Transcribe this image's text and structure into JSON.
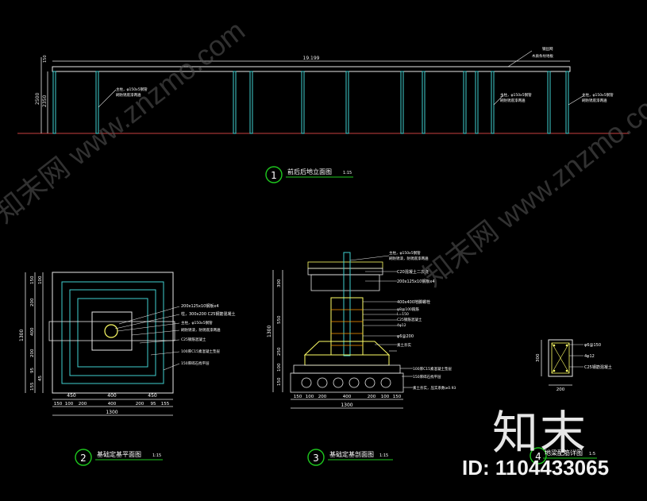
{
  "colors": {
    "background": "#000000",
    "structure": "#3fd0d0",
    "dimension": "#e8e8e8",
    "annotation": "#ffffff",
    "bubble": "#1ec81e",
    "foundation": "#ffff66",
    "earth": "#ff9900",
    "watermark": "#5a5a5a"
  },
  "watermark": {
    "left_text": "知末网 www.znzmo.com",
    "right_text": "知末网 www.znzmo.com",
    "logo": "知末",
    "id": "ID: 1104433065"
  },
  "drawing1": {
    "number": "1",
    "title": "前后后地立面图",
    "scale": "1:15",
    "dims": {
      "total": "19.199",
      "height": "2500",
      "clear": "2350",
      "top": "150"
    },
    "notes": [
      "钢丝网",
      "木质条纹地板",
      "主柱，φ150x5钢管",
      "刷防锈底漆两遍"
    ]
  },
  "drawing2": {
    "number": "2",
    "title": "基础定基平面图",
    "scale": "1:15",
    "dims_left": [
      "150",
      "100",
      "200",
      "400",
      "200",
      "95",
      "45",
      "155",
      "1300"
    ],
    "dims_bottom_1": [
      "450",
      "400",
      "450"
    ],
    "dims_bottom_2": [
      "150",
      "100",
      "200",
      "400",
      "200",
      "95",
      "155"
    ],
    "dims_bottom_total": "1300",
    "notes": [
      "200x125x10钢板x4",
      "柱，300x200 C25钢筋混凝土",
      "主柱，φ150x5钢管",
      "刷防锈漆，防锈底漆两遍",
      "C25钢筋混凝土",
      "100厚C15素混凝土垫层",
      "150厚碎石找平层"
    ]
  },
  "drawing3": {
    "number": "3",
    "title": "基础定基剖面图",
    "scale": "1:15",
    "dims_left": [
      "300",
      "550",
      "250",
      "100",
      "150",
      "1300"
    ],
    "dims_bottom": [
      "150",
      "100",
      "200",
      "400",
      "200",
      "100",
      "150"
    ],
    "dims_bottom_total": "1300",
    "notes": [
      "主柱，φ150x5钢管",
      "刷防锈漆，防锈底漆两遍",
      "C20混凝土二次浇",
      "200x125x10钢板x4",
      "400x400地脚螺栓",
      "φ8@100箍筋",
      "L=150",
      "C25钢筋混凝土",
      "4φ12",
      "φ6@200",
      "素土夯实",
      "100厚C15素混凝土垫层",
      "150厚碎石找平层",
      "素土夯实，压实系数≥0.93"
    ]
  },
  "drawing4": {
    "number": "4",
    "title": "地梁配筋详图",
    "scale": "1:5",
    "dims": {
      "height": "300",
      "width": "200"
    },
    "notes": [
      "φ6@150",
      "4φ12",
      "C25钢筋混凝土"
    ]
  }
}
